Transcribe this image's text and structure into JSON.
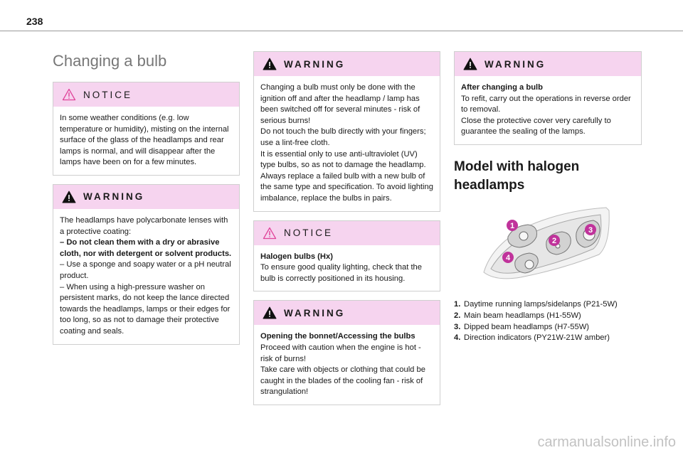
{
  "page_number": "238",
  "page_title": "Changing a bulb",
  "col1": {
    "notice": {
      "label": "NOTICE",
      "text": "In some weather conditions (e.g. low temperature or humidity), misting on the internal surface of the glass of the headlamps and rear lamps is normal, and will disappear after the lamps have been on for a few minutes."
    },
    "warning": {
      "label": "WARNING",
      "intro": "The headlamps have polycarbonate lenses with a protective coating:",
      "item1": "–  Do not clean them with a dry or abrasive cloth, nor with detergent or solvent products.",
      "item2": "–  Use a sponge and soapy water or a pH neutral product.",
      "item3": "–  When using a high-pressure washer on persistent marks, do not keep the lance directed towards the headlamps, lamps or their edges for too long, so as not to damage their protective coating and seals."
    }
  },
  "col2": {
    "warning1": {
      "label": "WARNING",
      "p1": "Changing a bulb must only be done with the ignition off and after the headlamp / lamp has been switched off for several minutes - risk of serious burns!",
      "p2": "Do not touch the bulb directly with your fingers; use a lint-free cloth.",
      "p3": "It is essential only to use anti-ultraviolet (UV) type bulbs, so as not to damage the headlamp.",
      "p4": "Always replace a failed bulb with a new bulb of the same type and specification. To avoid lighting imbalance, replace the bulbs in pairs."
    },
    "notice": {
      "label": "NOTICE",
      "heading": "Halogen bulbs (Hx)",
      "text": "To ensure good quality lighting, check that the bulb is correctly positioned in its housing."
    },
    "warning2": {
      "label": "WARNING",
      "heading": "Opening the bonnet/Accessing the bulbs",
      "p1": "Proceed with caution when the engine is hot - risk of burns!",
      "p2": "Take care with objects or clothing that could be caught in the blades of the cooling fan - risk of strangulation!"
    }
  },
  "col3": {
    "warning": {
      "label": "WARNING",
      "heading": "After changing a bulb",
      "p1": "To refit, carry out the operations in reverse order to removal.",
      "p2": "Close the protective cover very carefully to guarantee the sealing of the lamps."
    },
    "section_title": "Model with halogen headlamps",
    "figure_callouts": [
      "1",
      "2",
      "3",
      "4"
    ],
    "bulbs": [
      {
        "num": "1.",
        "text": "Daytime running lamps/sidelanps (P21-5W)"
      },
      {
        "num": "2.",
        "text": "Main beam headlamps (H1-55W)"
      },
      {
        "num": "3.",
        "text": "Dipped beam headlamps (H7-55W)"
      },
      {
        "num": "4.",
        "text": "Direction indicators (PY21W-21W amber)"
      }
    ]
  },
  "colors": {
    "box_header": "#f6d4ef",
    "callout": "#c0339b",
    "notice_icon": "#e0449a"
  },
  "icons": [
    "warning-icon",
    "notice-icon"
  ],
  "watermark": "carmanualsonline.info"
}
